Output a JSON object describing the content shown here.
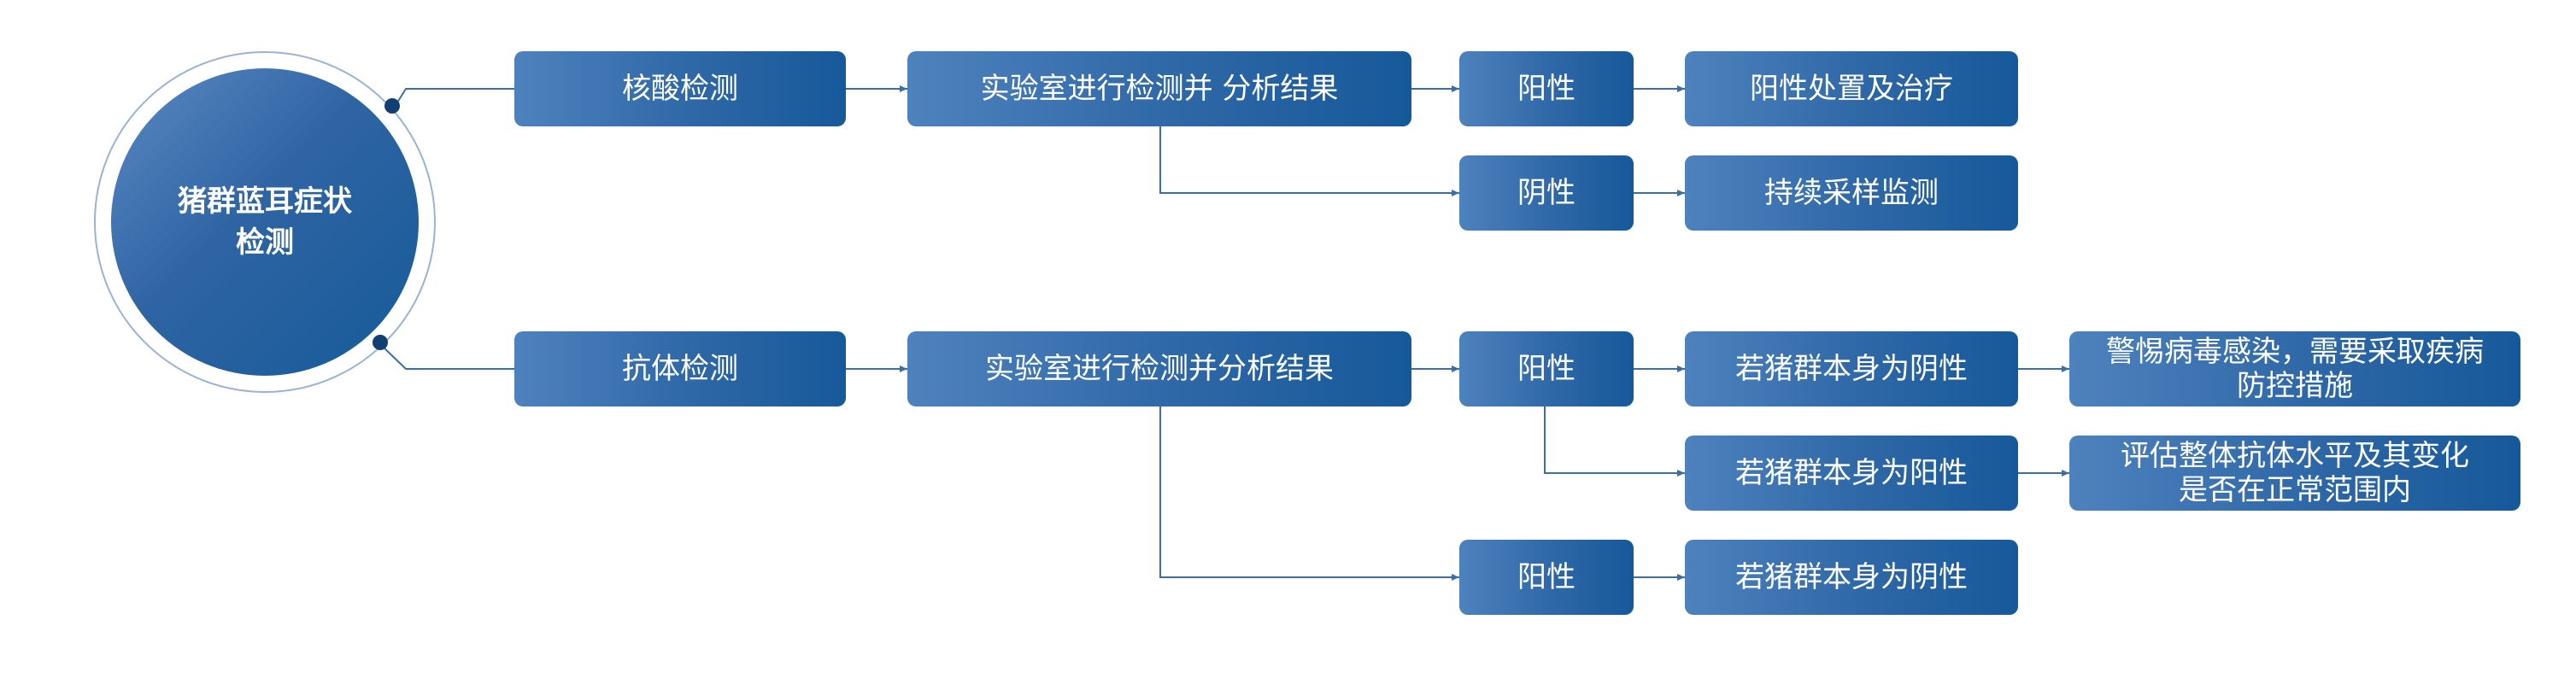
{
  "root": {
    "line1": "猪群蓝耳症状",
    "line2": "检测"
  },
  "branches": [
    {
      "method": "核酸检测",
      "lab": "实验室进行检测并 分析结果",
      "outcomes": [
        {
          "result": "阳性",
          "action": "阳性处置及治疗"
        },
        {
          "result": "阴性",
          "action": "持续采样监测"
        }
      ]
    },
    {
      "method": "抗体检测",
      "lab": "实验室进行检测并分析结果",
      "outcomes": [
        {
          "result": "阳性",
          "actions": [
            {
              "condition": "若猪群本身为阴性",
              "recommendation": [
                "警惕病毒感染，需要采取疾病",
                "防控措施"
              ]
            },
            {
              "condition": "若猪群本身为阳性",
              "recommendation": [
                "评估整体抗体水平及其变化",
                "是否在正常范围内"
              ]
            }
          ]
        },
        {
          "result": "阳性",
          "action": "若猪群本身为阴性"
        }
      ]
    }
  ],
  "colors": {
    "box": "#2e67a6",
    "connector": "#3a6ea8",
    "dot": "#123f72"
  }
}
